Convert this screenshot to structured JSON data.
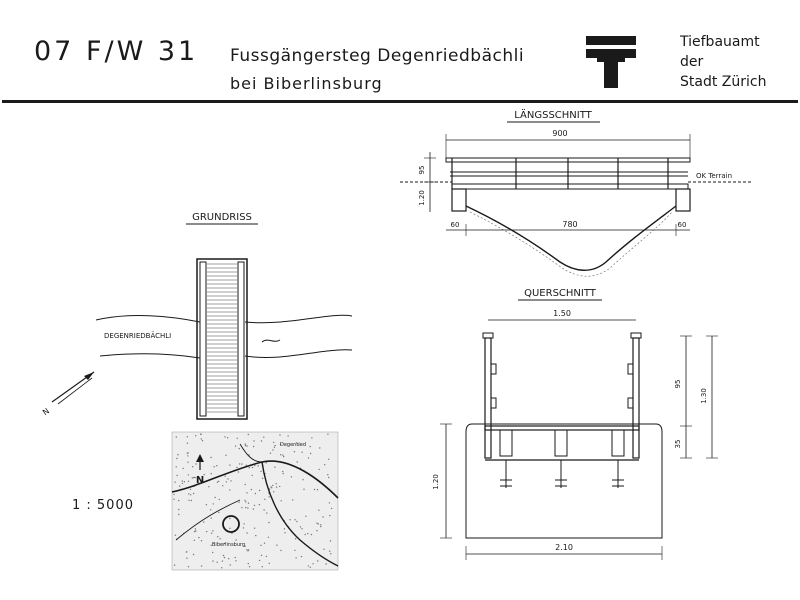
{
  "header": {
    "code": "07 F/W 31",
    "title_line1": "Fussgängersteg Degenriedbächli",
    "title_line2": "bei   Biberlinsburg",
    "department": [
      "Tiefbauamt",
      "der",
      "Stadt Zürich"
    ]
  },
  "views": {
    "grundriss": {
      "label": "GRUNDRISS",
      "creek_label": "DEGENRIEDBÄCHLI",
      "north_label": "N"
    },
    "langsschnitt": {
      "label": "LÄNGSSCHNITT",
      "dim_total": "900",
      "dim_span": "780",
      "dim_left": "60",
      "dim_right": "60",
      "dim_rail": "95",
      "dim_depth": "1.20",
      "terrain_label": "OK Terrain"
    },
    "querschnitt": {
      "label": "QUERSCHNITT",
      "dim_top": "1.50",
      "dim_bottom": "2.10",
      "dim_rail": "95",
      "dim_total": "1.30",
      "dim_deck": "35",
      "dim_left": "1.20"
    }
  },
  "map": {
    "scale": "1 : 5000",
    "north_label": "N",
    "label_top": "Degenried",
    "label_bottom": "Biberlinsburg"
  }
}
